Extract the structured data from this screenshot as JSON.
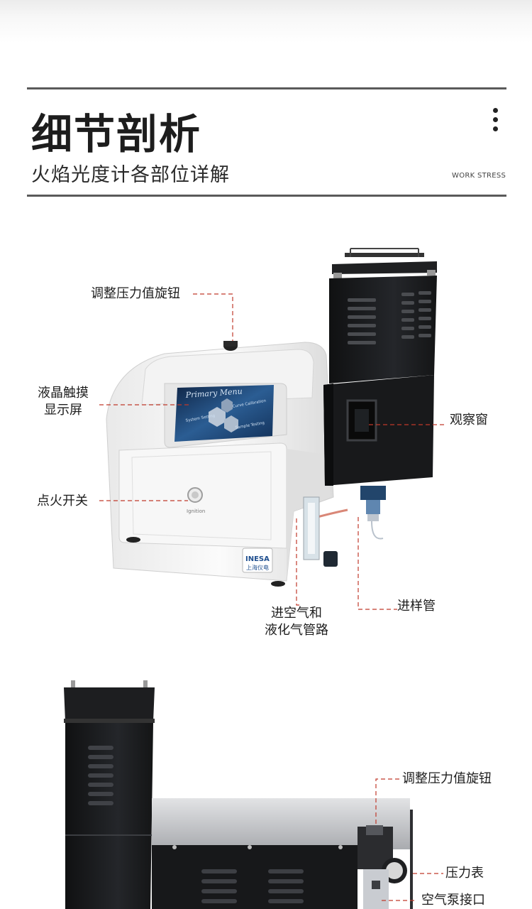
{
  "header": {
    "title": "细节剖析",
    "subtitle": "火焰光度计各部位详解",
    "tag": "WORK STRESS"
  },
  "screen": {
    "menu_title": "Primary Menu",
    "item_system": "System Setting",
    "item_curve": "Curve Calibration",
    "item_sample": "Sample Testing"
  },
  "device": {
    "button_caption": "Ignition",
    "brand": "INESA",
    "brand_cn": "上海仪电"
  },
  "callouts_top": {
    "pressure_knob": "调整压力值旋钮",
    "lcd_line1": "液晶触摸",
    "lcd_line2": "显示屏",
    "ignition": "点火开关",
    "window": "观察窗",
    "sample_tube": "进样管",
    "gas_line1": "进空气和",
    "gas_line2": "液化气管路"
  },
  "callouts_bottom": {
    "pressure_knob": "调整压力值旋钮",
    "gauge": "压力表",
    "pump_port": "空气泵接口"
  },
  "colors": {
    "callout_line": "#c0392b",
    "device_white": "#f6f6f6",
    "burner_black": "#1b1c1e",
    "screen_blue": "#1f3f6a"
  }
}
